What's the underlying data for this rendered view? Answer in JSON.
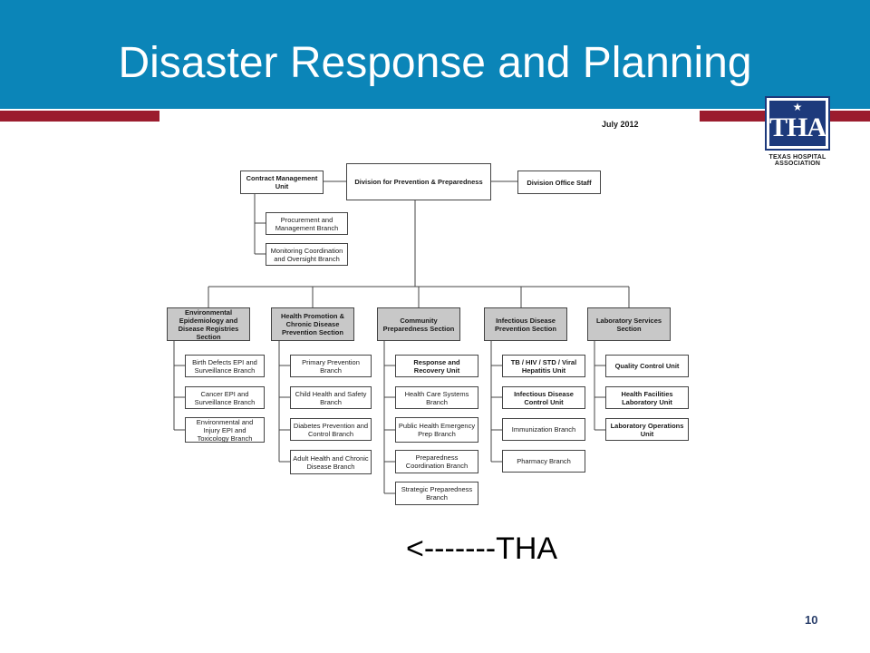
{
  "slide": {
    "title": "Disaster Response and Planning",
    "date": "July 2012",
    "arrow_text": "<-------THA",
    "page_number": "10",
    "logo": {
      "text": "THA",
      "caption": "TEXAS HOSPITAL ASSOCIATION"
    }
  },
  "colors": {
    "header": "#0b85b8",
    "accent_bar": "#9b1c2e",
    "logo": "#1d3a7c",
    "box_fill_gray": "#c8c8c8"
  },
  "org": {
    "division": "Division for Prevention & Preparedness",
    "contract_unit": "Contract Management Unit",
    "office_staff": "Division Office Staff",
    "contract_children": [
      "Procurement and Management Branch",
      "Monitoring Coordination and Oversight Branch"
    ],
    "sections": [
      {
        "name": "Environmental Epidemiology and Disease Registries Section",
        "children": [
          "Birth Defects EPI and Surveillance Branch",
          "Cancer EPI and Surveillance Branch",
          "Environmental and Injury EPI and Toxicology Branch"
        ]
      },
      {
        "name": "Health Promotion & Chronic Disease Prevention Section",
        "children": [
          "Primary Prevention Branch",
          "Child Health and Safety Branch",
          "Diabetes Prevention and Control Branch",
          "Adult Health and Chronic Disease Branch"
        ]
      },
      {
        "name": "Community Preparedness Section",
        "children": [
          "Response and Recovery Unit",
          "Health Care Systems Branch",
          "Public Health Emergency Prep Branch",
          "Preparedness Coordination Branch",
          "Strategic Preparedness Branch"
        ]
      },
      {
        "name": "Infectious Disease Prevention Section",
        "children": [
          "TB / HIV / STD / Viral Hepatitis Unit",
          "Infectious Disease Control Unit",
          "Immunization Branch",
          "Pharmacy Branch"
        ]
      },
      {
        "name": "Laboratory Services Section",
        "children": [
          "Quality Control Unit",
          "Health Facilities Laboratory Unit",
          "Laboratory Operations Unit"
        ]
      }
    ]
  }
}
